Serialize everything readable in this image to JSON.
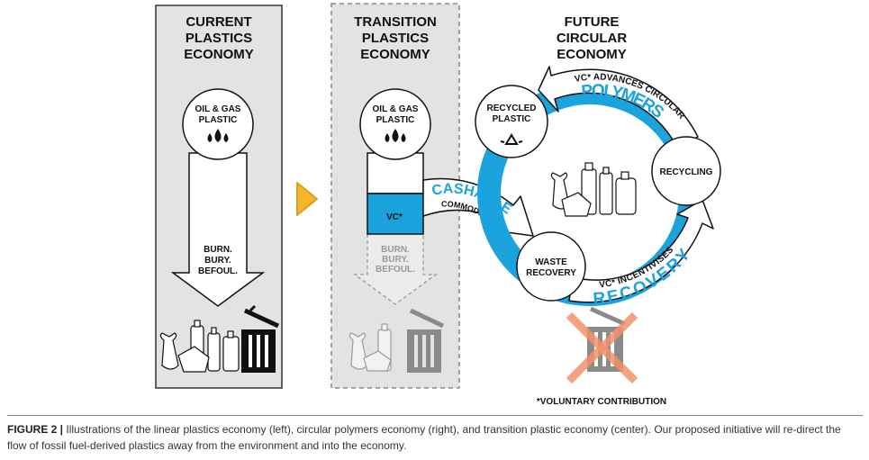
{
  "panels": {
    "current": {
      "title": [
        "CURRENT",
        "PLASTICS",
        "ECONOMY"
      ],
      "node_label": [
        "OIL & GAS",
        "PLASTIC"
      ],
      "arrow_text": [
        "BURN.",
        "BURY.",
        "BEFOUL."
      ]
    },
    "transition": {
      "title": [
        "TRANSITION",
        "PLASTICS",
        "ECONOMY"
      ],
      "node_label": [
        "OIL & GAS",
        "PLASTIC"
      ],
      "vc_label": "VC*",
      "faded_text": [
        "BURN.",
        "BURY.",
        "BEFOUL."
      ],
      "cashable": "CASHABLE",
      "commodity": "COMMODITY"
    },
    "future": {
      "title": [
        "FUTURE",
        "CIRCULAR",
        "ECONOMY"
      ],
      "nodes": {
        "recycled": [
          "RECYCLED",
          "PLASTIC"
        ],
        "recycling": "RECYCLING",
        "waste_recovery": [
          "WASTE",
          "RECOVERY"
        ]
      },
      "top_small": "VC* ADVANCES CIRCULAR",
      "top_big": "POLYMERS",
      "bottom_small": "VC* INCENTIVISES",
      "bottom_big": "RECOVERY"
    }
  },
  "footnote": "*VOLUNTARY CONTRIBUTION",
  "caption": {
    "label": "FIGURE 2 |",
    "text": "Illustrations of the linear plastics economy (left), circular polymers economy (right), and transition plastic economy (center). Our proposed initiative will re-direct the flow of fossil fuel-derived plastics away from the environment and into the economy."
  },
  "icons": [
    "oil-drop-icon",
    "recycle-icon",
    "trash-bin-icon",
    "bottles-icon",
    "play-arrow-icon",
    "cross-out-icon"
  ],
  "colors": {
    "blue": "#1ba3dd",
    "panel_gray": "#e3e3e3",
    "yellow": "#f5b62a",
    "orange": "#f0936a"
  }
}
